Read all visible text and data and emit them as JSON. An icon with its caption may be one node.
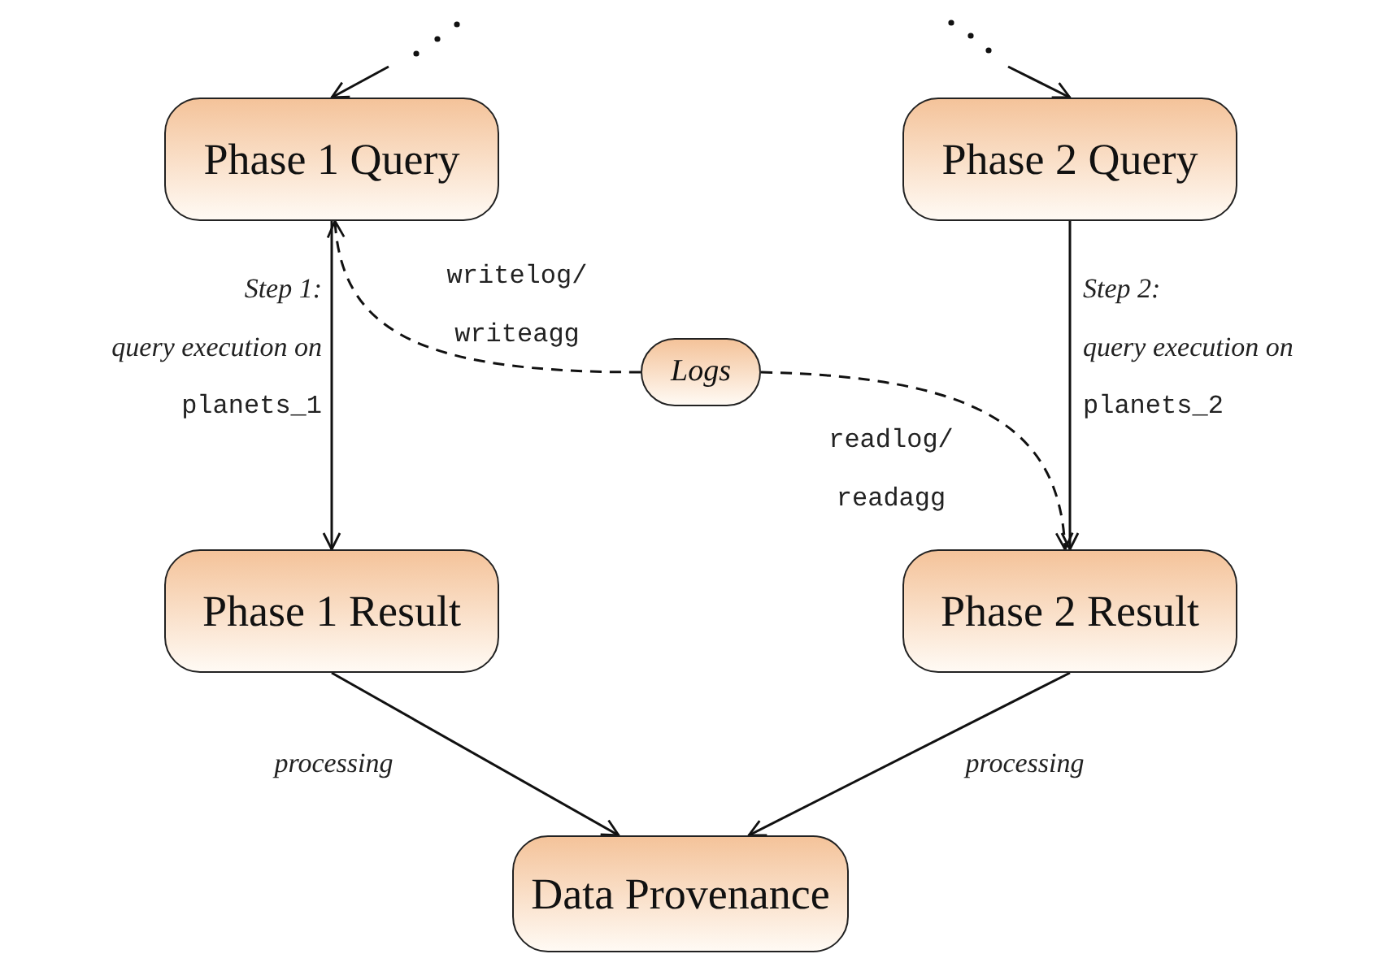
{
  "diagram": {
    "nodes": [
      {
        "text": [
          "Phase 1 Query"
        ]
      },
      {
        "text": [
          "Phase 2 Query"
        ]
      },
      {
        "text": [
          "Phase 1 Result"
        ]
      },
      {
        "text": [
          "Phase 2 Result"
        ]
      },
      {
        "text": [
          "Logs"
        ]
      },
      {
        "text": [
          "Data Provenance"
        ]
      }
    ],
    "edges": [
      {
        "from": null,
        "to": 0,
        "arrow": "to"
      },
      {
        "from": null,
        "to": 1,
        "arrow": "to"
      },
      {
        "from": 0,
        "to": 2,
        "arrow": "to",
        "label": "*Step 1:* *query execution on* planets_1"
      },
      {
        "from": 1,
        "to": 3,
        "arrow": "to",
        "label": "*Step 2:* *query execution on* planets_2"
      },
      {
        "from": 4,
        "to": 0,
        "arrow": "to",
        "style": "dashed",
        "label": "writelog/ writeagg"
      },
      {
        "from": 4,
        "to": 3,
        "arrow": "to",
        "style": "dashed",
        "label": "readlog/ readagg"
      },
      {
        "from": 2,
        "to": 5,
        "arrow": "to",
        "label": "*processing*"
      },
      {
        "from": 3,
        "to": 5,
        "arrow": "to",
        "label": "*processing*"
      }
    ]
  }
}
